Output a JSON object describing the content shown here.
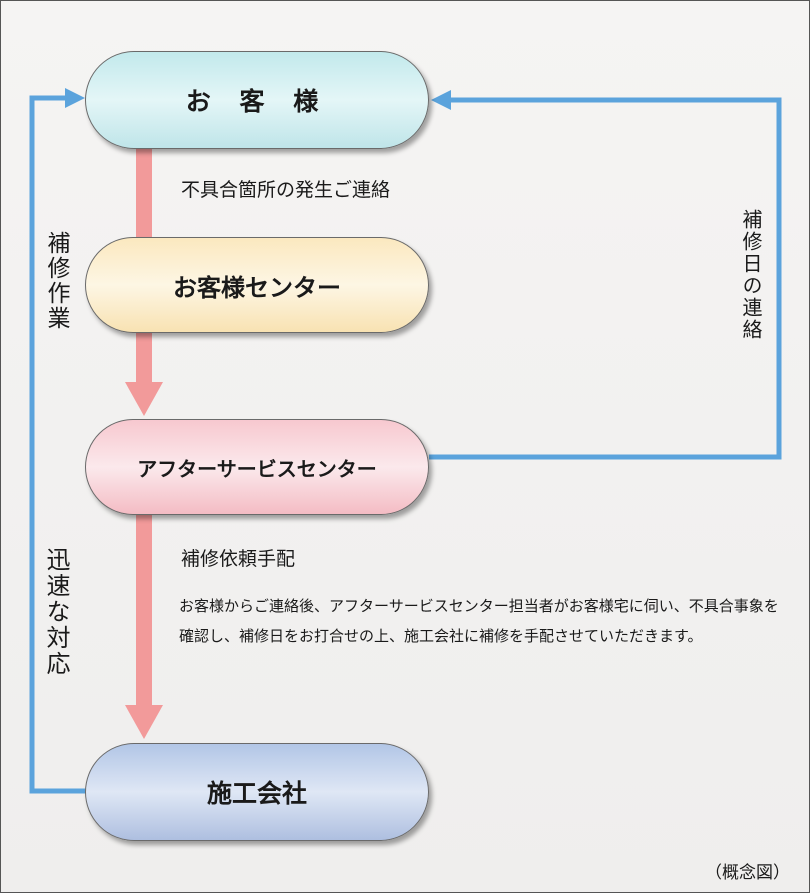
{
  "nodes": {
    "customer": "お 客 様",
    "customer_center": "お客様センター",
    "after_service_center": "アフターサービスセンター",
    "contractor": "施工会社"
  },
  "labels": {
    "defect_contact": "不具合箇所の発生ご連絡",
    "repair_request": "補修依頼手配",
    "description": "お客様からご連絡後、アフターサービスセンター担当者がお客様宅に伺い、不具合事象を確認し、補修日をお打合せの上、施工会社に補修を手配させていただきます。",
    "repair_work": "補修作業",
    "quick_response": "迅速な対応",
    "repair_date_contact": "補修日の連絡",
    "concept_note": "（概念図）"
  },
  "colors": {
    "flow_arrow": "#f29a9a",
    "feedback_arrow": "#5ba3dc"
  }
}
